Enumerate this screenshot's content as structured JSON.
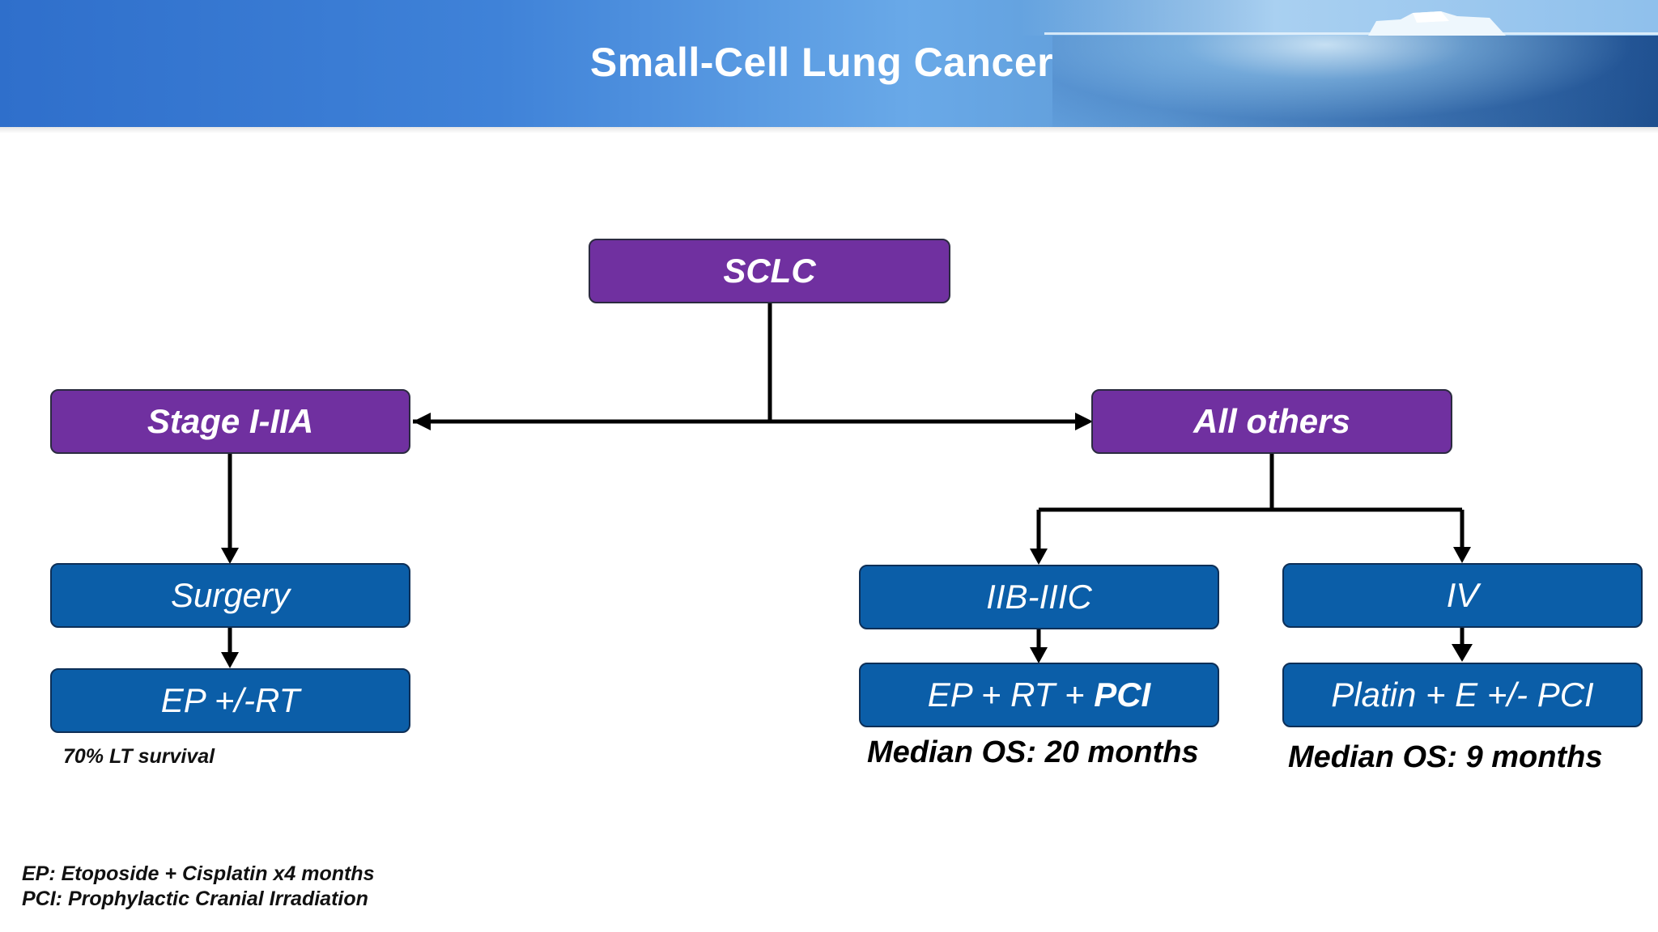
{
  "header": {
    "title": "Small-Cell Lung Cancer"
  },
  "nodes": {
    "root": "SCLC",
    "early_stage": "Stage I-IIA",
    "others": "All others",
    "surgery": "Surgery",
    "ep_rt": "EP +/-RT",
    "stage_iib_iiic": "IIB-IIIC",
    "stage_iv": "IV",
    "ep_rt_pci_prefix": "EP + RT + ",
    "ep_rt_pci_bold": "PCI",
    "platin_e_pci": "Platin + E +/- PCI"
  },
  "notes": {
    "lt_survival": "70% LT survival",
    "median_os_iiic": "Median OS: 20 months",
    "median_os_iv": "Median OS: 9 months"
  },
  "footnotes": {
    "ep": "EP: Etoposide + Cisplatin x4 months",
    "pci": "PCI: Prophylactic Cranial Irradiation"
  },
  "colors": {
    "stage_box": "#7030a0",
    "treatment_box": "#0b5ea8",
    "header_blue": "#2f6fcb"
  }
}
